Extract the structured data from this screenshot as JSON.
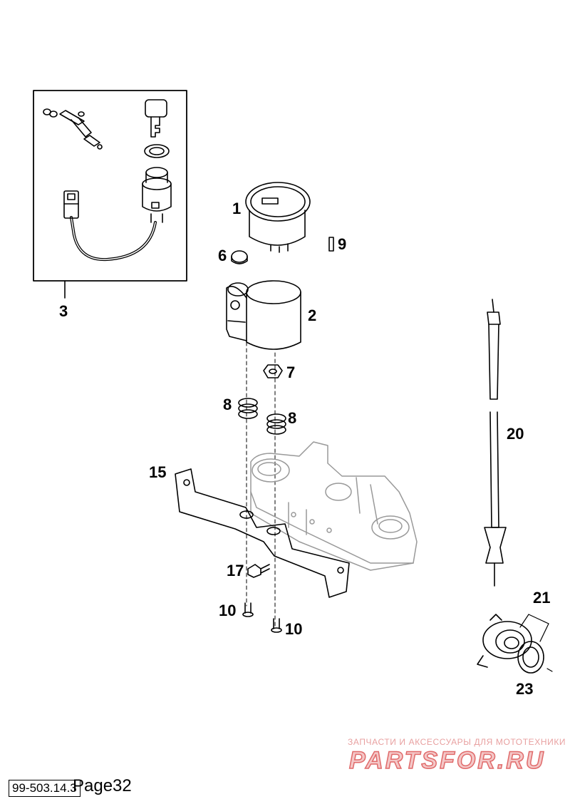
{
  "callouts": {
    "c1": "1",
    "c2": "2",
    "c3": "3",
    "c6": "6",
    "c7": "7",
    "c8a": "8",
    "c8b": "8",
    "c9": "9",
    "c10a": "10",
    "c10b": "10",
    "c15": "15",
    "c17": "17",
    "c20": "20",
    "c21": "21",
    "c23": "23"
  },
  "watermark": {
    "subtitle": "ЗАПЧАСТИ И АКСЕССУАРЫ ДЛЯ МОТОТЕХНИКИ",
    "logo": "PARTSFOR.RU"
  },
  "footer": {
    "doc_code": "99-503.14.3",
    "page": "Page32"
  },
  "colors": {
    "line": "#000000",
    "watermark_red": "#e06a6a"
  }
}
